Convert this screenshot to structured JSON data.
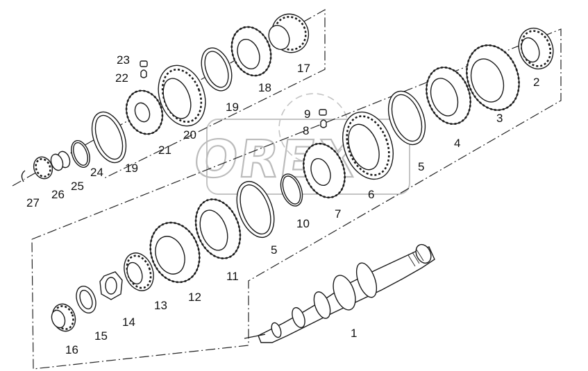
{
  "watermark": {
    "text": "OREX"
  },
  "labels": [
    {
      "id": "1",
      "text": "1"
    },
    {
      "id": "2",
      "text": "2"
    },
    {
      "id": "3",
      "text": "3"
    },
    {
      "id": "4",
      "text": "4"
    },
    {
      "id": "5a",
      "text": "5"
    },
    {
      "id": "5b",
      "text": "5"
    },
    {
      "id": "6",
      "text": "6"
    },
    {
      "id": "7",
      "text": "7"
    },
    {
      "id": "8",
      "text": "8"
    },
    {
      "id": "9",
      "text": "9"
    },
    {
      "id": "10",
      "text": "10"
    },
    {
      "id": "11",
      "text": "11"
    },
    {
      "id": "12",
      "text": "12"
    },
    {
      "id": "13",
      "text": "13"
    },
    {
      "id": "14",
      "text": "14"
    },
    {
      "id": "15",
      "text": "15"
    },
    {
      "id": "16",
      "text": "16"
    },
    {
      "id": "17",
      "text": "17"
    },
    {
      "id": "18",
      "text": "18"
    },
    {
      "id": "19a",
      "text": "19"
    },
    {
      "id": "19b",
      "text": "19"
    },
    {
      "id": "20",
      "text": "20"
    },
    {
      "id": "21",
      "text": "21"
    },
    {
      "id": "22",
      "text": "22"
    },
    {
      "id": "23",
      "text": "23"
    },
    {
      "id": "24",
      "text": "24"
    },
    {
      "id": "25",
      "text": "25"
    },
    {
      "id": "26",
      "text": "26"
    },
    {
      "id": "27",
      "text": "27"
    }
  ]
}
